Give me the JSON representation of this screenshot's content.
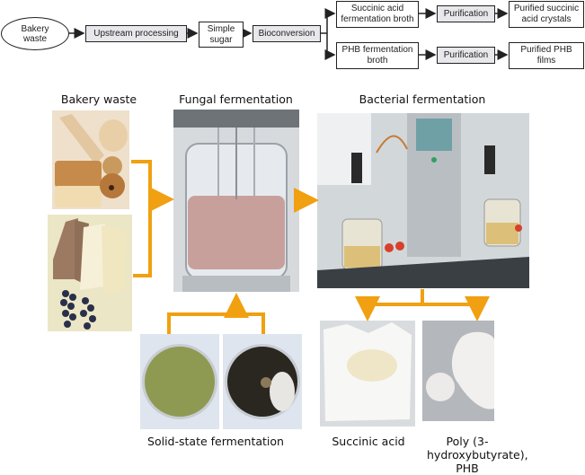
{
  "flowchart": {
    "start": "Bakery waste",
    "upstream": "Upstream processing",
    "sugar": "Simple sugar",
    "bioconversion": "Bioconversion",
    "branch_top": {
      "broth": "Succinic acid fermentation broth",
      "purification": "Purification",
      "product": "Purified succinic acid crystals"
    },
    "branch_bottom": {
      "broth": "PHB fermentation broth",
      "purification": "Purification",
      "product": "Purified PHB films"
    }
  },
  "sections": {
    "bakery_waste": "Bakery waste",
    "fungal": "Fungal fermentation",
    "bacterial": "Bacterial fermentation",
    "solid_state": "Solid-state fermentation",
    "succinic": "Succinic acid",
    "phb": "Poly (3-hydroxybutyrate), PHB"
  },
  "colors": {
    "arrow": "#f0a010",
    "box_gray": "#e8e8ec",
    "line": "#222222"
  }
}
